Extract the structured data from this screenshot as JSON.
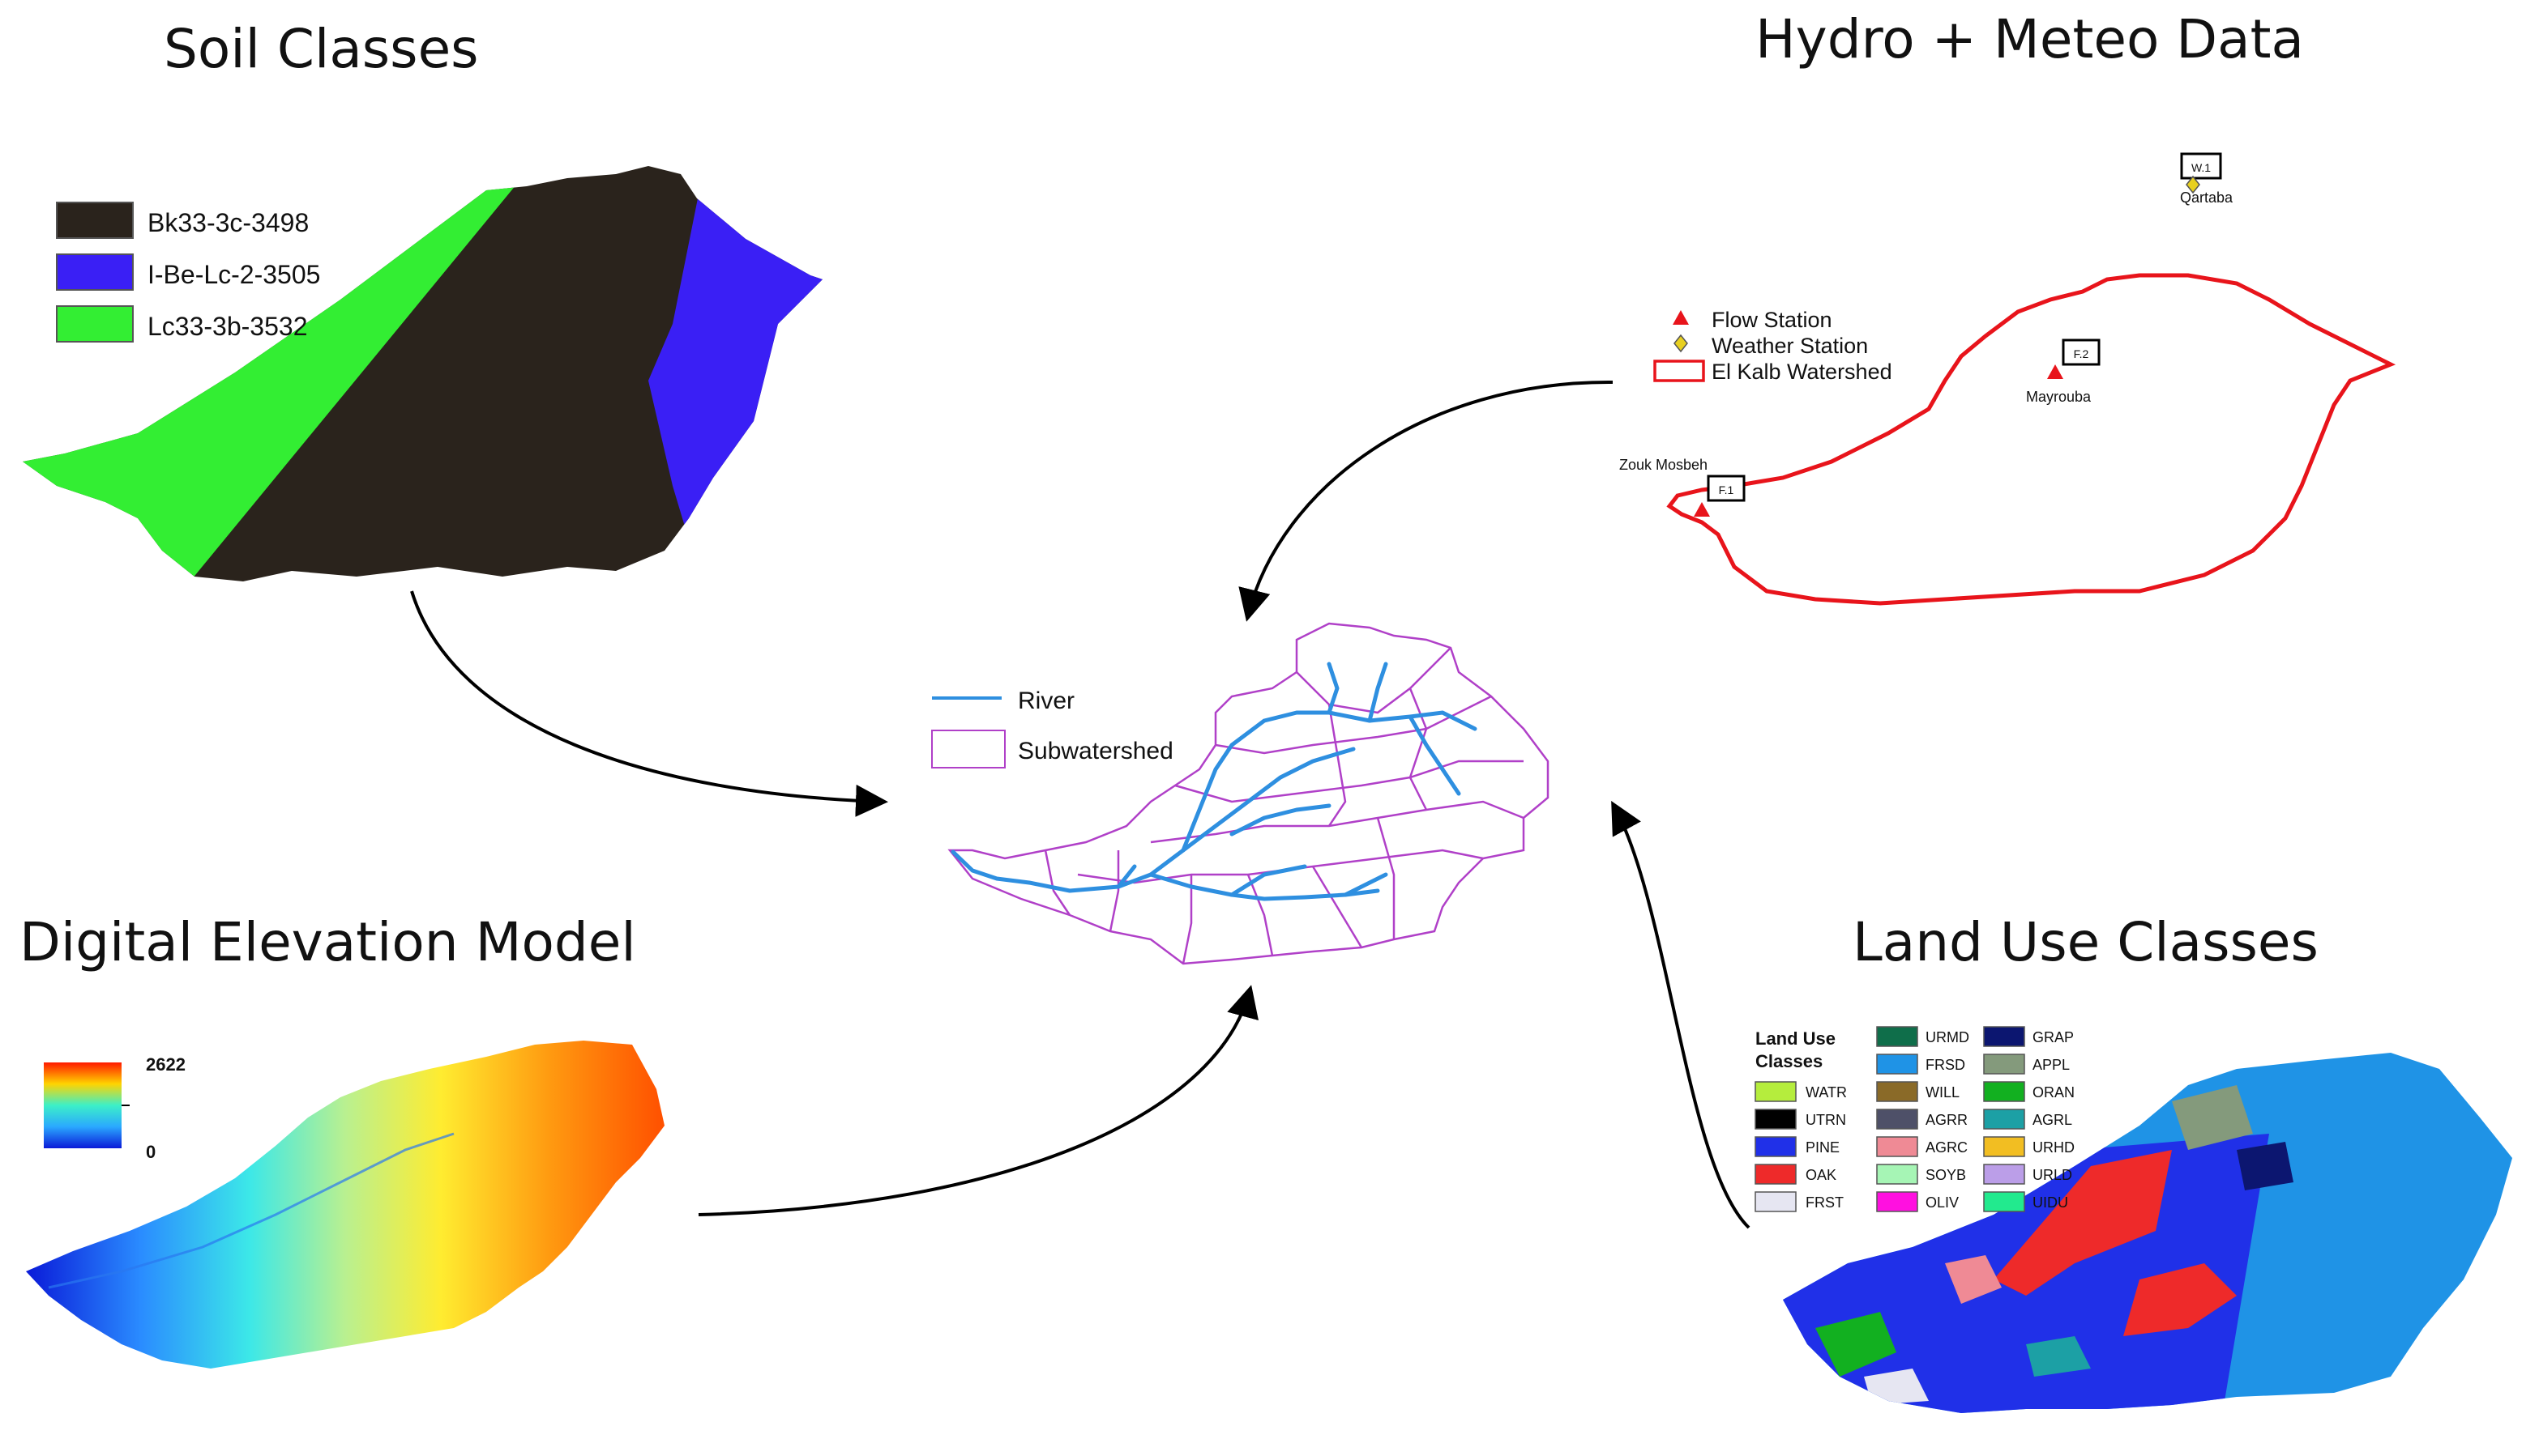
{
  "panels": {
    "soil": {
      "title": "Soil Classes",
      "legend": [
        {
          "label": "Bk33-3c-3498",
          "color": "#2a231c"
        },
        {
          "label": "I-Be-Lc-2-3505",
          "color": "#3a1ff5"
        },
        {
          "label": "Lc33-3b-3532",
          "color": "#33ee33"
        }
      ]
    },
    "hydro": {
      "title": "Hydro + Meteo Data",
      "legend": [
        {
          "label": "Flow Station",
          "color": "#e8141b",
          "symbol": "triangle"
        },
        {
          "label": "Weather Station",
          "color": "#e8d020",
          "symbol": "diamond"
        },
        {
          "label": "El Kalb Watershed",
          "color": "#e8141b",
          "symbol": "rect"
        }
      ],
      "stations": {
        "w1": {
          "tag": "W.1",
          "name": "Qartaba"
        },
        "f2": {
          "tag": "F.2",
          "name": "Mayrouba"
        },
        "f1": {
          "tag": "F.1",
          "name": "Zouk Mosbeh"
        }
      }
    },
    "dem": {
      "title": "Digital Elevation Model",
      "legend_max": "2622",
      "legend_min": "0"
    },
    "landuse": {
      "title": "Land Use Classes",
      "legend_title_1": "Land Use",
      "legend_title_2": "Classes",
      "classes": [
        {
          "code": "WATR",
          "color": "#b5ed3d"
        },
        {
          "code": "UTRN",
          "color": "#000000"
        },
        {
          "code": "PINE",
          "color": "#2030e8"
        },
        {
          "code": "OAK",
          "color": "#ee2a2a"
        },
        {
          "code": "FRST",
          "color": "#e6e6f2"
        },
        {
          "code": "URMD",
          "color": "#0f6e4a"
        },
        {
          "code": "FRSD",
          "color": "#1f93e6"
        },
        {
          "code": "WILL",
          "color": "#8a6a28"
        },
        {
          "code": "AGRR",
          "color": "#4e5068"
        },
        {
          "code": "AGRC",
          "color": "#ef8a95"
        },
        {
          "code": "SOYB",
          "color": "#a6f5b5"
        },
        {
          "code": "OLIV",
          "color": "#ff10e0"
        },
        {
          "code": "GRAP",
          "color": "#0c1670"
        },
        {
          "code": "APPL",
          "color": "#849a7c"
        },
        {
          "code": "ORAN",
          "color": "#12b020"
        },
        {
          "code": "AGRL",
          "color": "#1ca0a5"
        },
        {
          "code": "URHD",
          "color": "#f2be22"
        },
        {
          "code": "URLD",
          "color": "#bb9ee8"
        },
        {
          "code": "UIDU",
          "color": "#22ea8e"
        }
      ]
    },
    "center": {
      "legend": [
        {
          "label": "River",
          "color": "#2e8fe0"
        },
        {
          "label": "Subwatershed",
          "color": "#b040c8"
        }
      ]
    }
  },
  "colors": {
    "arrow": "#000000",
    "river": "#2e8fe0",
    "subwatershed": "#b040c8",
    "watershed_outline": "#e8141b"
  }
}
